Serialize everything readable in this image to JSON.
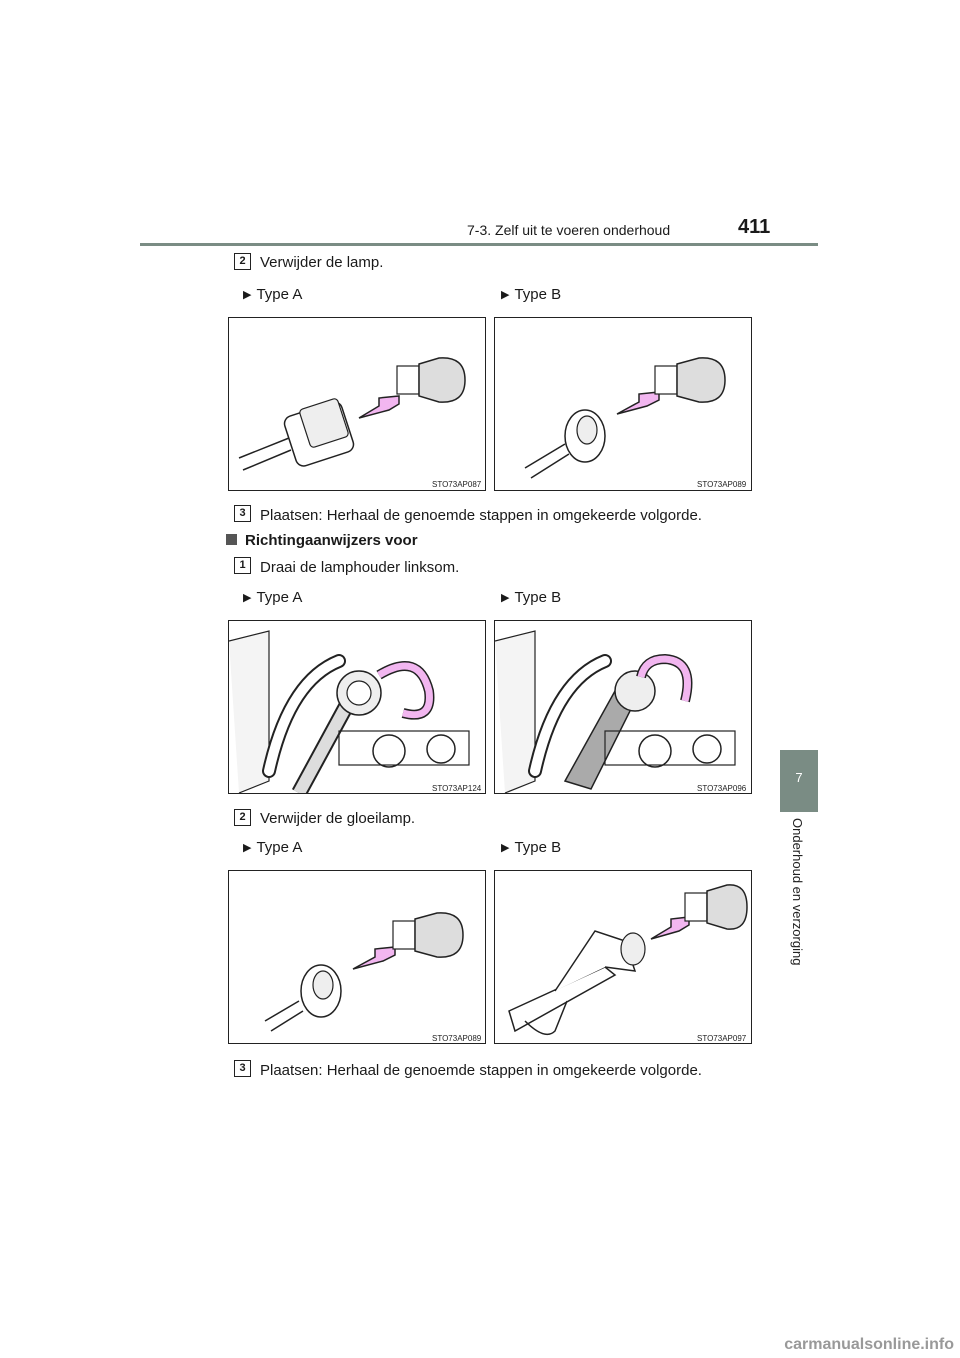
{
  "header": {
    "section_title": "7-3. Zelf uit te voeren onderhoud",
    "page_number": "411"
  },
  "side_tab": {
    "chapter_number": "7",
    "chapter_title": "Onderhoud en verzorging"
  },
  "block1": {
    "step2": {
      "number": "2",
      "text": "Verwijder de lamp."
    },
    "type_a": "Type A",
    "type_b": "Type B",
    "figure_a_code": "STO73AP087",
    "figure_b_code": "STO73AP089",
    "step3": {
      "number": "3",
      "text": "Plaatsen: Herhaal de genoemde stappen in omgekeerde volgorde."
    }
  },
  "block2": {
    "subheading": "Richtingaanwijzers voor",
    "step1": {
      "number": "1",
      "text": "Draai de lamphouder linksom."
    },
    "type_a": "Type A",
    "type_b": "Type B",
    "figure_a_code": "STO73AP124",
    "figure_b_code": "STO73AP096"
  },
  "block3": {
    "step2": {
      "number": "2",
      "text": "Verwijder de gloeilamp."
    },
    "type_a": "Type A",
    "type_b": "Type B",
    "figure_a_code": "STO73AP089",
    "figure_b_code": "STO73AP097",
    "step3": {
      "number": "3",
      "text": "Plaatsen: Herhaal de genoemde stappen in omgekeerde volgorde."
    }
  },
  "footer": {
    "watermark": "carmanualsonline.info"
  },
  "colors": {
    "accent": "#7a8c84",
    "arrow": "#f2b6f0",
    "arrow_stroke": "#222222"
  }
}
